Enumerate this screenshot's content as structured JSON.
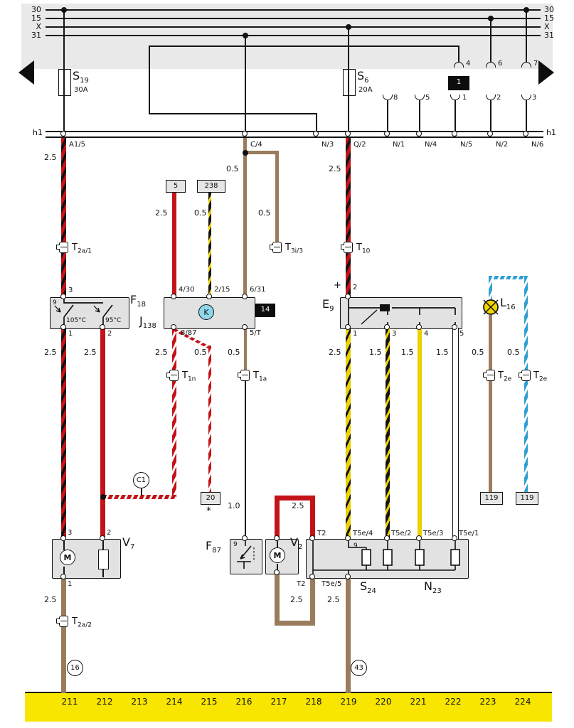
{
  "colors": {
    "red": "#c41318",
    "brown": "#9a7c5c",
    "yellow": "#ecd000",
    "blue": "#2e9fd4",
    "band": "#e9e9e9",
    "boxfill": "#e2e2e2",
    "strip": "#f8e600",
    "kblue": "#8ed6e8",
    "lamp": "#f2d400"
  },
  "bus": {
    "t30": "30",
    "t15": "15",
    "tx": "X",
    "t31": "31",
    "h1": "h1"
  },
  "top": {
    "c4": "4",
    "c6": "6",
    "c7": "7",
    "c8": "8",
    "c5": "5",
    "c1": "1",
    "c2": "2",
    "c3": "3",
    "box1": "1"
  },
  "fuses": {
    "s19m": "S",
    "s19s": "19",
    "s19a": "30A",
    "s6m": "S",
    "s6s": "6",
    "s6a": "20A"
  },
  "terminals": {
    "a15": "A1/5",
    "c4": "C/4",
    "n3": "N/3",
    "q2": "Q/2",
    "n1": "N/1",
    "n4": "N/4",
    "n5": "N/5",
    "n2": "N/2",
    "n6": "N/6"
  },
  "gauges": {
    "a15": "2.5",
    "c4": "0.5",
    "t3i": "0.5",
    "q2": "2.5",
    "box5": "2.5",
    "box238": "0.5",
    "f18p1": "2.5",
    "f18p2": "2.5",
    "j887": "2.5",
    "to20": "0.5",
    "j5t": "0.5",
    "t1alow": "1.0",
    "e9p1": "2.5",
    "e9p3": "1.5",
    "e9p4": "1.5",
    "e9p5": "1.5",
    "l16l": "0.5",
    "l16r": "0.5",
    "v2top": "2.5",
    "v7gnd": "2.5",
    "v2gnd": "2.5",
    "t5e5": "2.5"
  },
  "conn": {
    "t2a1m": "T",
    "t2a1s": "2a/1",
    "t10m": "T",
    "t10s": "10",
    "t3i3m": "T",
    "t3i3s": "3i/3",
    "t1nm": "T",
    "t1ns": "1n",
    "t1am": "T",
    "t1as": "1a",
    "t2e1m": "T",
    "t2e1s": "2e",
    "t2e2m": "T",
    "t2e2s": "2e",
    "t2a2m": "T",
    "t2a2s": "2a/2"
  },
  "f18": {
    "m": "F",
    "s": "18",
    "pt": "3",
    "p1": "1",
    "p2": "2",
    "mark": "9",
    "temp1": "105°C",
    "temp2": "95°C"
  },
  "j138": {
    "m": "J",
    "s": "138",
    "k": "K",
    "b14": "14",
    "p1": "4/30",
    "p2": "2/15",
    "p3": "6/31",
    "p4": "8/87",
    "p5": "5/T"
  },
  "e9": {
    "m": "E",
    "s": "9",
    "plus": "+",
    "pt": "2",
    "p1": "1",
    "p3": "3",
    "p4": "4",
    "p5": "5"
  },
  "l16": {
    "m": "L",
    "s": "16"
  },
  "v7": {
    "m": "V",
    "s": "7",
    "motor": "M",
    "p3": "3",
    "p2": "2",
    "p1": "1"
  },
  "f87": {
    "m": "F",
    "s": "87",
    "p9": "9"
  },
  "v2": {
    "m": "V",
    "s": "2",
    "motor": "M"
  },
  "s24": {
    "m": "S",
    "s": "24",
    "p9": "9"
  },
  "n23": {
    "m": "N",
    "s": "23"
  },
  "nbox": {
    "t2t": "T2",
    "t5e4": "T5e/4",
    "t5e2": "T5e/2",
    "t5e3": "T5e/3",
    "t5e1": "T5e/1",
    "t2b": "T2",
    "t5e5": "T5e/5"
  },
  "boxes": {
    "b5": "5",
    "b238": "238",
    "b20": "20",
    "star": "*",
    "b119a": "119",
    "b119b": "119"
  },
  "grounds": {
    "c1": "C1",
    "g16": "16",
    "g43": "43"
  },
  "tracks": [
    "211",
    "212",
    "213",
    "214",
    "215",
    "216",
    "217",
    "218",
    "219",
    "220",
    "221",
    "222",
    "223",
    "224"
  ]
}
